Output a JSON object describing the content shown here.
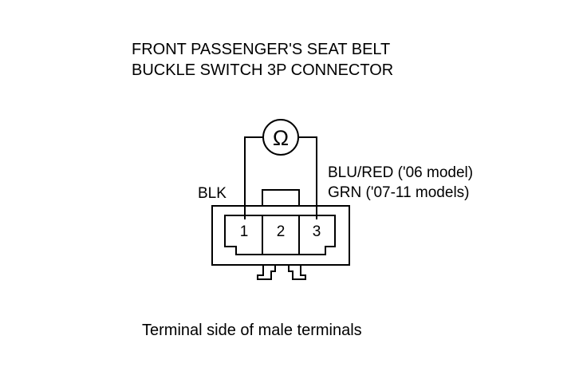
{
  "title": {
    "line1": "FRONT PASSENGER'S SEAT BELT",
    "line2": "BUCKLE SWITCH 3P CONNECTOR"
  },
  "meter": {
    "symbol": "Ω",
    "icon": "ohmmeter-icon"
  },
  "wires": {
    "left": "BLK",
    "right_line1": "BLU/RED ('06 model)",
    "right_line2": "GRN ('07-11 models)"
  },
  "connector": {
    "pins": [
      "1",
      "2",
      "3"
    ]
  },
  "caption": "Terminal side of male terminals"
}
